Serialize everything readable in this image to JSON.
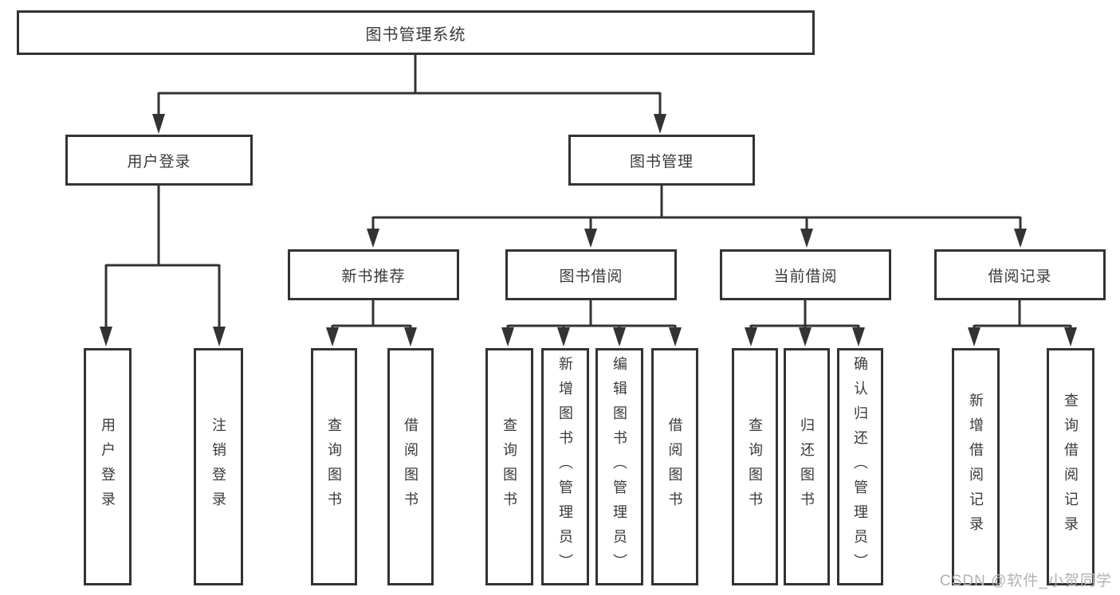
{
  "diagram": {
    "root": {
      "label": "图书管理系统"
    },
    "branches": [
      {
        "label": "用户登录",
        "leaves": [
          {
            "label": "用户登录"
          },
          {
            "label": "注销登录"
          }
        ]
      },
      {
        "label": "图书管理",
        "groups": [
          {
            "label": "新书推荐",
            "leaves": [
              {
                "label": "查询图书"
              },
              {
                "label": "借阅图书"
              }
            ]
          },
          {
            "label": "图书借阅",
            "leaves": [
              {
                "label": "查询图书"
              },
              {
                "label": "新增图书（管理员）"
              },
              {
                "label": "编辑图书（管理员）"
              },
              {
                "label": "借阅图书"
              }
            ]
          },
          {
            "label": "当前借阅",
            "leaves": [
              {
                "label": "查询图书"
              },
              {
                "label": "归还图书"
              },
              {
                "label": "确认归还（管理员）"
              }
            ]
          },
          {
            "label": "借阅记录",
            "leaves": [
              {
                "label": "新增借阅记录"
              },
              {
                "label": "查询借阅记录"
              }
            ]
          }
        ]
      }
    ]
  },
  "watermark": {
    "text": "CSDN @软件_小贺同学"
  },
  "colors": {
    "background": "#ffffff",
    "box_border": "#333333",
    "box_fill": "#ffffff",
    "line": "#333333",
    "text": "#3a3a3a",
    "watermark": "#b2b2b2"
  }
}
